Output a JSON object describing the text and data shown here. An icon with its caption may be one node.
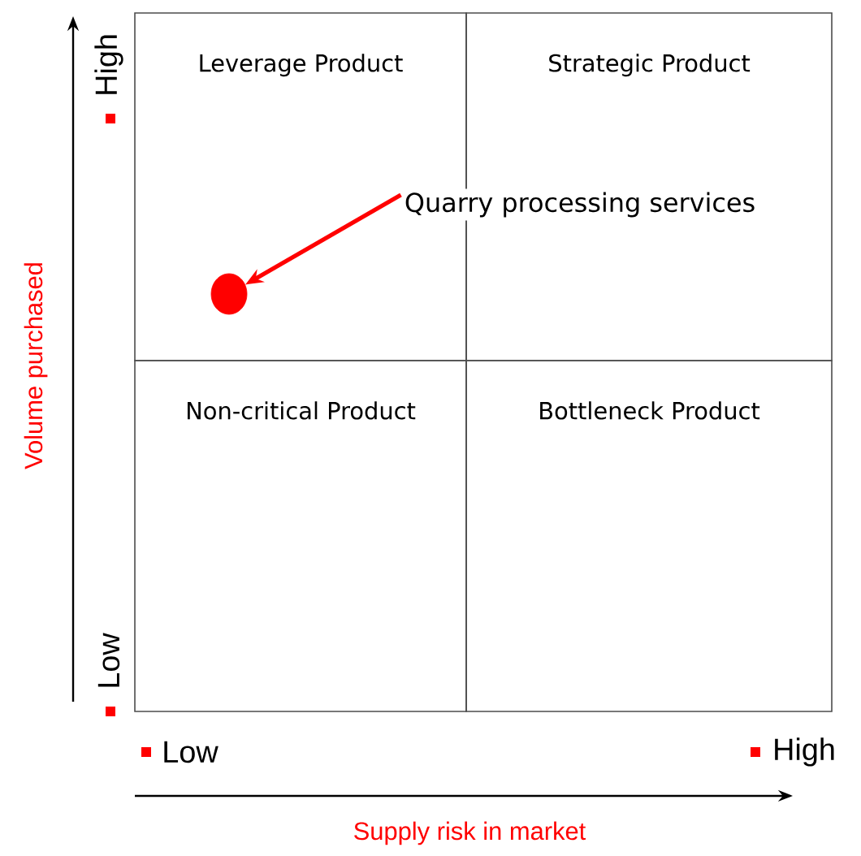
{
  "diagram": {
    "nodes": [
      {
        "text": [
          "Leverage Product"
        ]
      },
      {
        "text": [
          "Strategic Product"
        ]
      },
      {
        "text": [
          "Non-critical Product"
        ]
      },
      {
        "text": [
          "Bottleneck Product"
        ]
      },
      {
        "text": [
          "Quarry processing services"
        ]
      },
      {
        "text": [],
        "shape": "circle",
        "in": 0
      }
    ],
    "edges": [
      {
        "from": 4,
        "to": 5,
        "arrow": "to",
        "color": "#ff0000"
      }
    ],
    "labels": [
      "High",
      "Low",
      "Volume purchased",
      "Low",
      "High",
      "Supply risk in market"
    ]
  }
}
